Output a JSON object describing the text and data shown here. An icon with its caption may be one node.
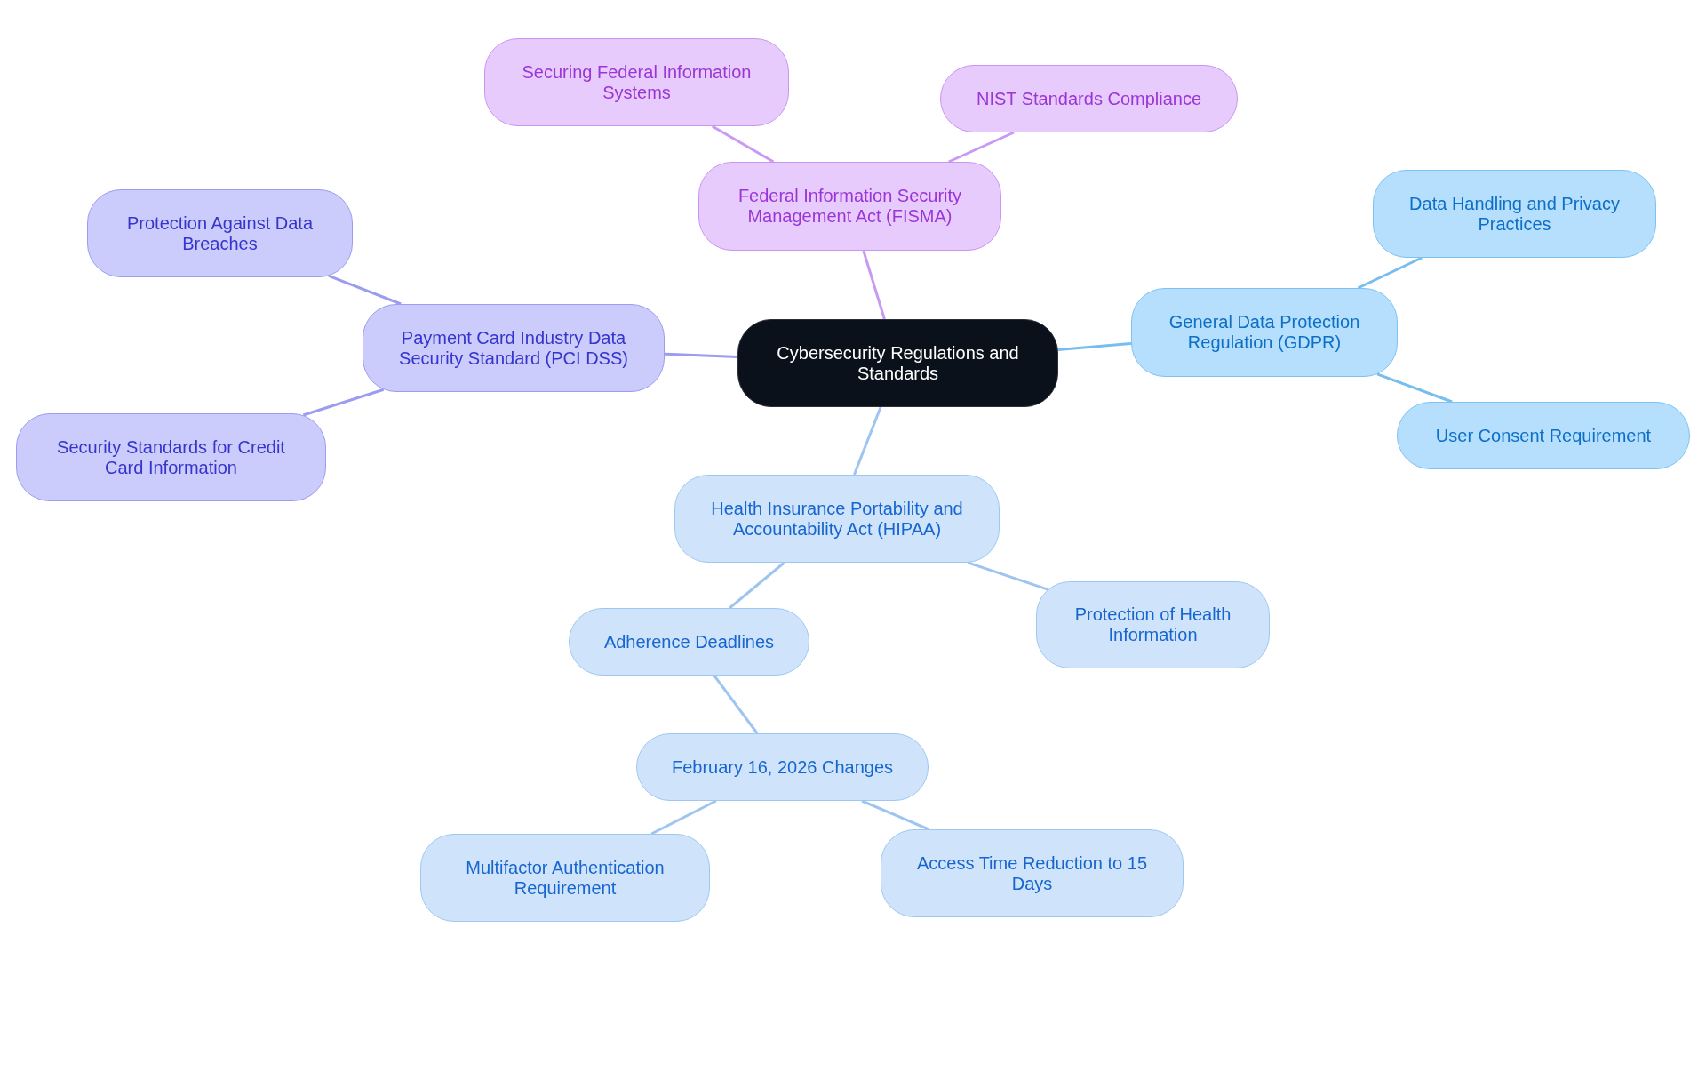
{
  "diagram": {
    "nodes": [
      {
        "text": [
          "Cybersecurity Regulations and Standards"
        ]
      },
      {
        "text": [
          "Federal Information Security Management Act (FISMA)"
        ]
      },
      {
        "text": [
          "Securing Federal Information Systems"
        ]
      },
      {
        "text": [
          "NIST Standards Compliance"
        ]
      },
      {
        "text": [
          "General Data Protection Regulation (GDPR)"
        ]
      },
      {
        "text": [
          "Data Handling and Privacy Practices"
        ]
      },
      {
        "text": [
          "User Consent Requirement"
        ]
      },
      {
        "text": [
          "Health Insurance Portability and Accountability Act (HIPAA)"
        ]
      },
      {
        "text": [
          "Adherence Deadlines"
        ]
      },
      {
        "text": [
          "February 16, 2026 Changes"
        ]
      },
      {
        "text": [
          "Multifactor Authentication Requirement"
        ]
      },
      {
        "text": [
          "Access Time Reduction to 15 Days"
        ]
      },
      {
        "text": [
          "Protection of Health Information"
        ]
      },
      {
        "text": [
          "Payment Card Industry Data Security Standard (PCI DSS)"
        ]
      },
      {
        "text": [
          "Protection Against Data Breaches"
        ]
      },
      {
        "text": [
          "Security Standards for Credit Card Information"
        ]
      }
    ],
    "edges": [
      {
        "from": 0,
        "to": 1,
        "arrow": "none",
        "color": "#c89af2"
      },
      {
        "from": 1,
        "to": 2,
        "arrow": "none",
        "color": "#c89af2"
      },
      {
        "from": 1,
        "to": 3,
        "arrow": "none",
        "color": "#c89af2"
      },
      {
        "from": 0,
        "to": 4,
        "arrow": "none",
        "color": "#77bdee"
      },
      {
        "from": 4,
        "to": 5,
        "arrow": "none",
        "color": "#77bdee"
      },
      {
        "from": 4,
        "to": 6,
        "arrow": "none",
        "color": "#77bdee"
      },
      {
        "from": 0,
        "to": 7,
        "arrow": "none"
      },
      {
        "from": 7,
        "to": 8,
        "arrow": "none"
      },
      {
        "from": 8,
        "to": 9,
        "arrow": "none"
      },
      {
        "from": 9,
        "to": 10,
        "arrow": "none"
      },
      {
        "from": 9,
        "to": 11,
        "arrow": "none"
      },
      {
        "from": 7,
        "to": 12,
        "arrow": "none"
      },
      {
        "from": 0,
        "to": 13,
        "arrow": "none",
        "color": "#9c9cf0"
      },
      {
        "from": 13,
        "to": 14,
        "arrow": "none",
        "color": "#9c9cf0"
      },
      {
        "from": 13,
        "to": 15,
        "arrow": "none",
        "color": "#9c9cf0"
      }
    ]
  }
}
